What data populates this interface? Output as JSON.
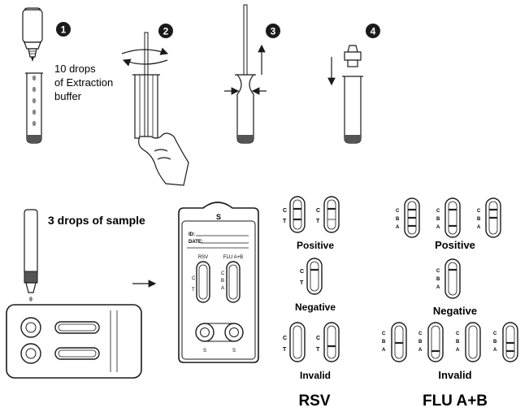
{
  "steps": {
    "step1_number": "1",
    "step2_number": "2",
    "step3_number": "3",
    "step4_number": "4",
    "step1_text_line1": "10 drops",
    "step1_text_line2": "of Extraction",
    "step1_text_line3": "buffer"
  },
  "sample": {
    "instruction": "3 drops of sample"
  },
  "cassette": {
    "id_label": "ID:",
    "date_label": "DATE:",
    "rsv_label": "RSV",
    "flu_label": "FLU A+B",
    "c_label": "C",
    "t_label": "T",
    "b_label": "B",
    "a_label": "A",
    "s_label": "S",
    "logo": "S"
  },
  "results": {
    "positive": "Positive",
    "negative": "Negative",
    "invalid": "Invalid",
    "rsv_title": "RSV",
    "flu_title": "FLU A+B"
  },
  "colors": {
    "ink": "#1a1a1a",
    "line_dark": "#222222",
    "line_red": "#444444",
    "tube_fill": "#555555"
  }
}
